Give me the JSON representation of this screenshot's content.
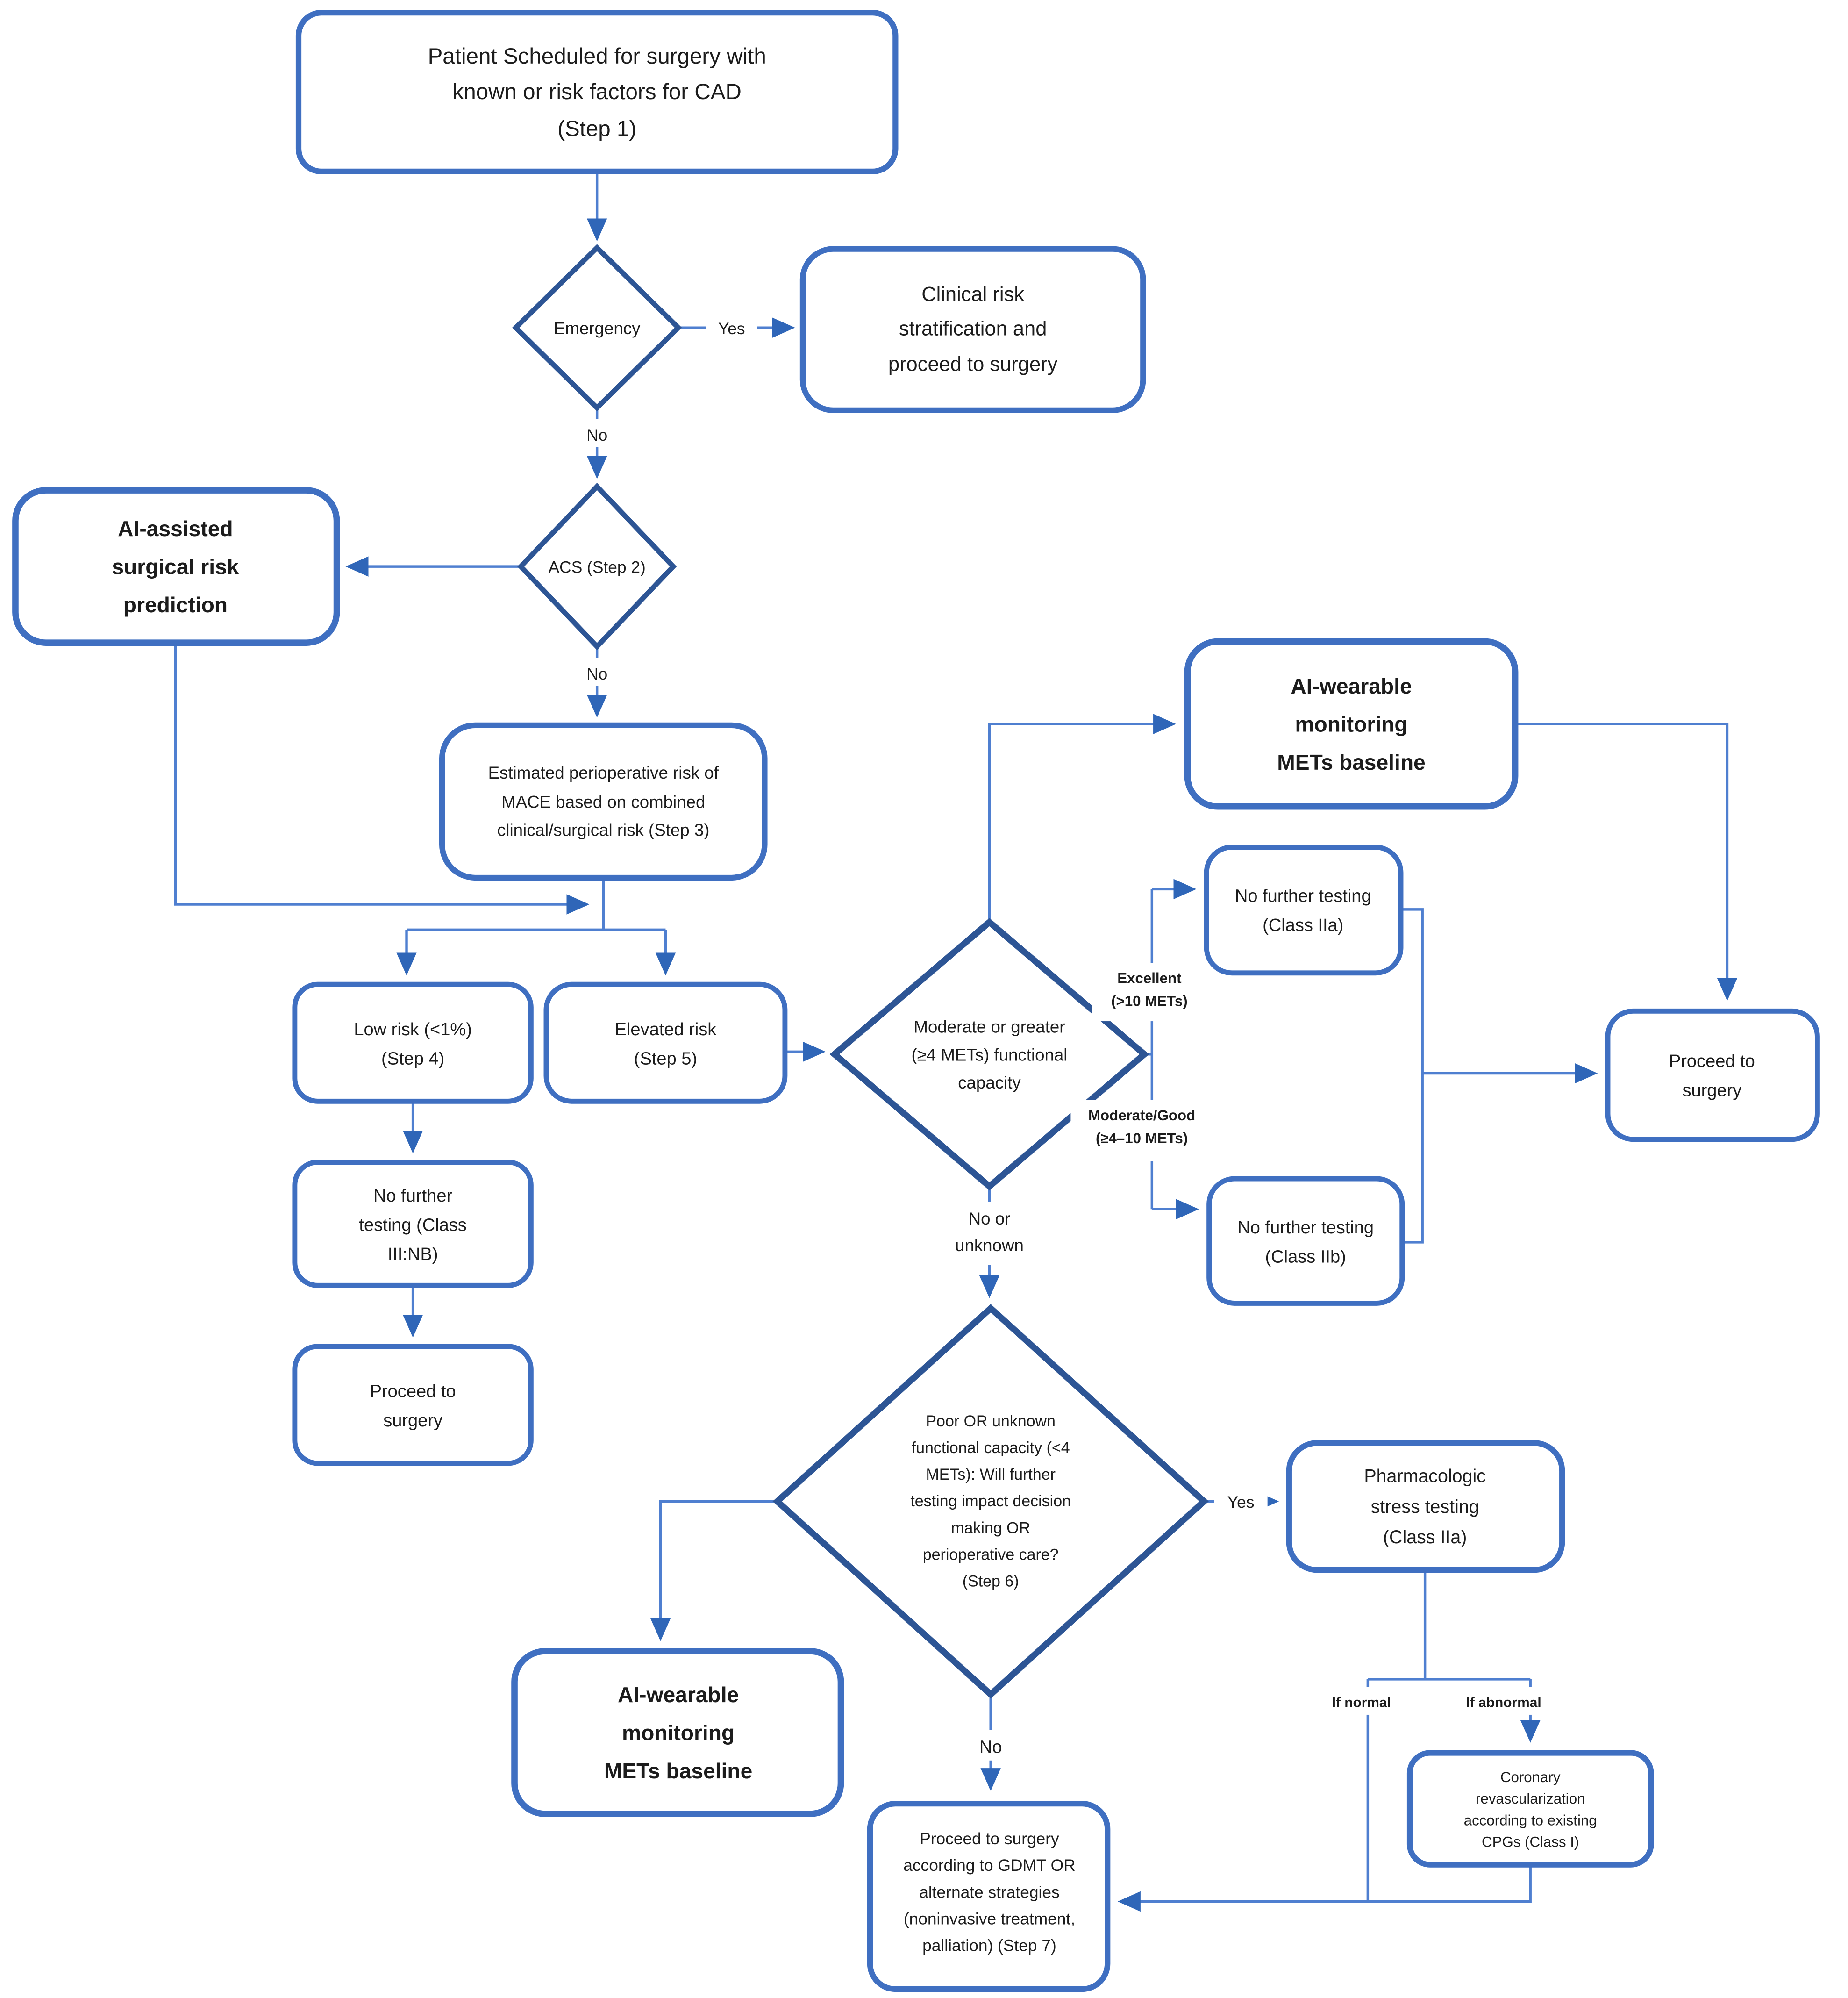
{
  "title": "Perioperative cardiac risk assessment flowchart with AI assistance",
  "colors": {
    "box_border": "#3f6fc1",
    "diamond_border": "#2d5595",
    "connector": "#4f7fd0",
    "arrow_fill": "#2f66b8",
    "text": "#1c1c1c",
    "background": "#ffffff"
  },
  "nodes": {
    "step1": {
      "lines": [
        "Patient Scheduled for surgery with",
        "known or risk factors for CAD",
        "(Step 1)"
      ]
    },
    "emergency": {
      "label": "Emergency"
    },
    "clinical_risk": {
      "lines": [
        "Clinical risk",
        "stratification and",
        "proceed to surgery"
      ]
    },
    "acs": {
      "label": "ACS (Step 2)"
    },
    "ai_surgical_risk": {
      "lines": [
        "AI-assisted",
        "surgical risk",
        "prediction"
      ]
    },
    "step3": {
      "lines": [
        "Estimated perioperative risk of",
        "MACE based on combined",
        "clinical/surgical risk (Step 3)"
      ]
    },
    "low_risk": {
      "lines": [
        "Low risk (<1%)",
        "(Step 4)"
      ]
    },
    "elevated_risk": {
      "lines": [
        "Elevated risk",
        "(Step 5)"
      ]
    },
    "functional_capacity": {
      "lines": [
        "Moderate or greater",
        "(≥4 METs) functional",
        "capacity"
      ]
    },
    "ai_wearable_top": {
      "lines": [
        "AI-wearable",
        "monitoring",
        "METs baseline"
      ]
    },
    "no_testing_iia": {
      "lines": [
        "No further testing",
        "(Class IIa)"
      ]
    },
    "no_testing_iib": {
      "lines": [
        "No further testing",
        "(Class IIb)"
      ]
    },
    "proceed_surgery_right": {
      "lines": [
        "Proceed to",
        "surgery"
      ]
    },
    "no_testing_iii": {
      "lines": [
        "No further",
        "testing (Class",
        "III:NB)"
      ]
    },
    "proceed_surgery_left": {
      "lines": [
        "Proceed to",
        "surgery"
      ]
    },
    "step6": {
      "lines": [
        "Poor OR unknown",
        "functional capacity (<4",
        "METs): Will further",
        "testing impact decision",
        "making OR",
        "perioperative care?",
        "(Step 6)"
      ]
    },
    "pharm_stress": {
      "lines": [
        "Pharmacologic",
        "stress testing",
        "(Class IIa)"
      ]
    },
    "coronary_revasc": {
      "lines": [
        "Coronary",
        "revascularization",
        "according to existing",
        "CPGs (Class I)"
      ]
    },
    "ai_wearable_bottom": {
      "lines": [
        "AI-wearable",
        "monitoring",
        "METs baseline"
      ]
    },
    "step7": {
      "lines": [
        "Proceed to surgery",
        "according to GDMT OR",
        "alternate strategies",
        "(noninvasive treatment,",
        "palliation) (Step 7)"
      ]
    }
  },
  "edge_labels": {
    "yes_emergency": "Yes",
    "no_emergency": "No",
    "no_acs": "No",
    "excellent": [
      "Excellent",
      "(>10 METs)"
    ],
    "moderate_good": [
      "Moderate/Good",
      "(≥4–10 METs)"
    ],
    "no_or_unknown": [
      "No or",
      "unknown"
    ],
    "yes_step6": "Yes",
    "no_step6": "No",
    "if_normal": "If normal",
    "if_abnormal": "If abnormal"
  }
}
